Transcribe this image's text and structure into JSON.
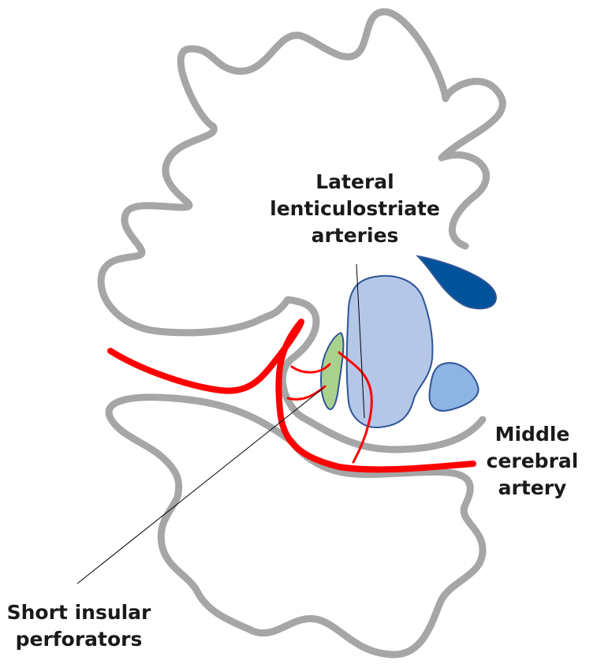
{
  "labels": {
    "lenticulostriate": [
      "Lateral",
      "lenticulostriate",
      "arteries"
    ],
    "middle_cerebral": [
      "Middle",
      "cerebral",
      "artery"
    ],
    "short_insular": [
      "Short insular",
      "perforators"
    ]
  },
  "colors": {
    "brain_outline": "#a6a6a6",
    "artery": "#ff0000",
    "putamen_fill": "#b4c7e7",
    "thalamus_fill": "#8eb4e3",
    "ventricle_fill": "#00539b",
    "claustrum_fill": "#a9d18e",
    "structure_stroke": "#2f5597",
    "leader_line": "#000000"
  }
}
